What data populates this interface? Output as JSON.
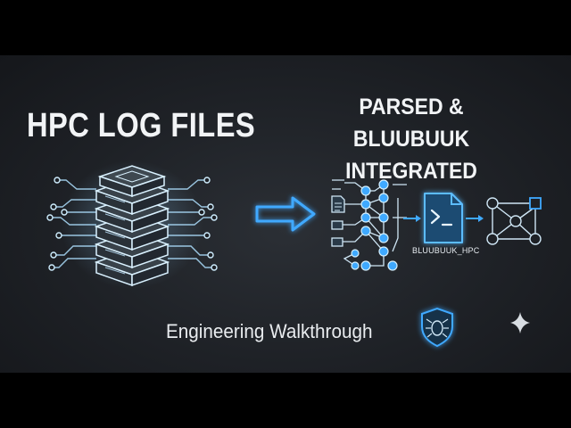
{
  "title_left": "HPC LOG FILES",
  "title_right_line1": "PARSED & BLUUBUUK",
  "title_right_line2": "INTEGRATED",
  "file_label": "BLUUBUUK_HPC",
  "subtitle": "Engineering Walkthrough",
  "colors": {
    "background": "#1e2126",
    "accent_blue": "#3fa9ff",
    "text": "#f2f4f6"
  },
  "icons": [
    "server-stack-icon",
    "arrow-right-icon",
    "flowchart-icon",
    "terminal-file-icon",
    "node-graph-icon",
    "shield-bug-icon",
    "sparkle-icon"
  ]
}
